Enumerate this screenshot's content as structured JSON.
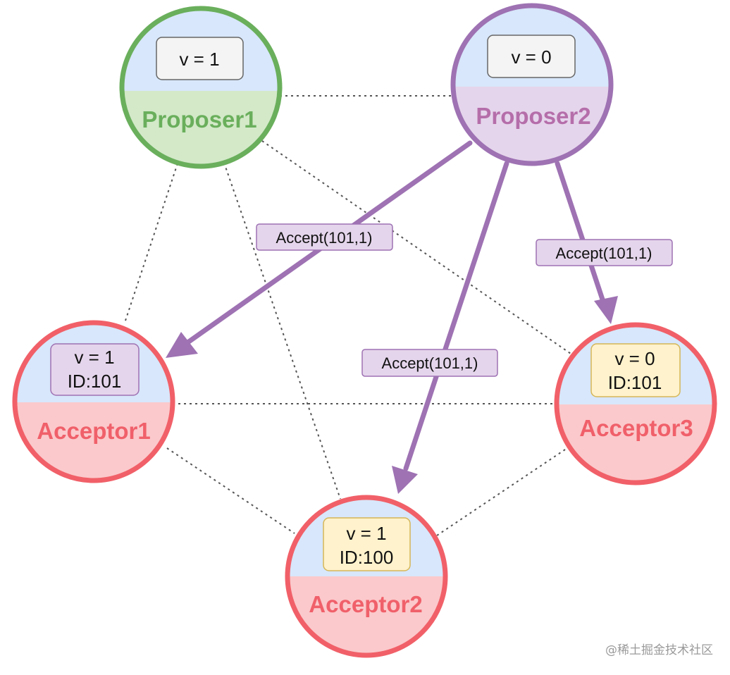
{
  "colors": {
    "proposer1_stroke": "#6aaf5c",
    "proposer1_top": "#d8e7fb",
    "proposer1_bottom": "#d3e9c8",
    "proposer1_text": "#6aaf5c",
    "proposer2_stroke": "#9e72b3",
    "proposer2_top": "#d8e7fb",
    "proposer2_bottom": "#e5d5ec",
    "proposer2_text": "#b56eaa",
    "acceptor_stroke": "#f16068",
    "acceptor_top": "#d8e7fb",
    "acceptor_bottom": "#fbc9cb",
    "acceptor_text": "#f0606a",
    "arrow": "#9e72b3",
    "msg_fill": "#e5d5ec",
    "msg_stroke": "#9e72b3",
    "gray_box_fill": "#f4f4f4",
    "gray_box_stroke": "#666666",
    "purple_box_fill": "#e5d5ec",
    "purple_box_stroke": "#9e72b3",
    "yellow_box_fill": "#fff2cc",
    "yellow_box_stroke": "#d6b656",
    "dotted_line": "#555555"
  },
  "nodes": {
    "proposer1": {
      "name": "Proposer1",
      "value": "v = 1"
    },
    "proposer2": {
      "name": "Proposer2",
      "value": "v = 0"
    },
    "acceptor1": {
      "name": "Acceptor1",
      "value": "v = 1",
      "id": "ID:101"
    },
    "acceptor2": {
      "name": "Acceptor2",
      "value": "v = 1",
      "id": "ID:100"
    },
    "acceptor3": {
      "name": "Acceptor3",
      "value": "v = 0",
      "id": "ID:101"
    }
  },
  "messages": {
    "to_acceptor1": "Accept(101,1)",
    "to_acceptor2": "Accept(101,1)",
    "to_acceptor3": "Accept(101,1)"
  },
  "watermark": "@稀土掘金技术社区"
}
